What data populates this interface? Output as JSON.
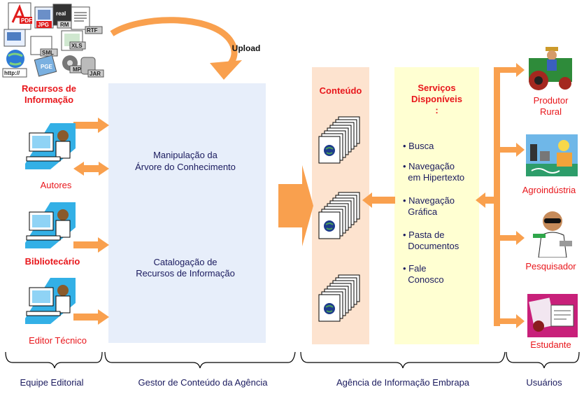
{
  "resources": {
    "label_line1": "Recursos de",
    "label_line2": "Informação",
    "upload_label": "Upload"
  },
  "roles": {
    "authors": "Autores",
    "librarian": "Bibliotecário",
    "tech_editor": "Editor Técnico"
  },
  "manager_panel": {
    "line1": "Manipulação da",
    "line2": "Árvore do Conhecimento",
    "line3": "Catalogação de",
    "line4": "Recursos de Informação"
  },
  "content_panel": {
    "title": "Conteúdo"
  },
  "services_panel": {
    "title_line1": "Serviços",
    "title_line2": "Disponíveis",
    "title_line3": ":",
    "items": [
      {
        "line1": "Busca",
        "line2": ""
      },
      {
        "line1": "Navegação",
        "line2": "em Hipertexto"
      },
      {
        "line1": "Navegação",
        "line2": "Gráfica"
      },
      {
        "line1": "Pasta de",
        "line2": "Documentos"
      },
      {
        "line1": "Fale",
        "line2": "Conosco"
      }
    ]
  },
  "users": {
    "rural_line1": "Produtor",
    "rural_line2": "Rural",
    "agro": "Agroindústria",
    "researcher": "Pesquisador",
    "student": "Estudante"
  },
  "sections": {
    "editorial": "Equipe Editorial",
    "manager": "Gestor de Conteúdo da Agência",
    "agency": "Agência de Informação Embrapa",
    "users": "Usuários"
  },
  "file_types": [
    "PDF",
    "JPG",
    "RM",
    "RTF",
    "SML",
    "XLS",
    "MP",
    "JAR",
    "http://"
  ],
  "colors": {
    "arrow": "#f9a04e",
    "manager_panel": "#e7eefa",
    "content_panel": "#fde3cf",
    "services_panel": "#ffffd2",
    "label_red": "#e8161b",
    "label_navy": "#1a1a5e"
  }
}
